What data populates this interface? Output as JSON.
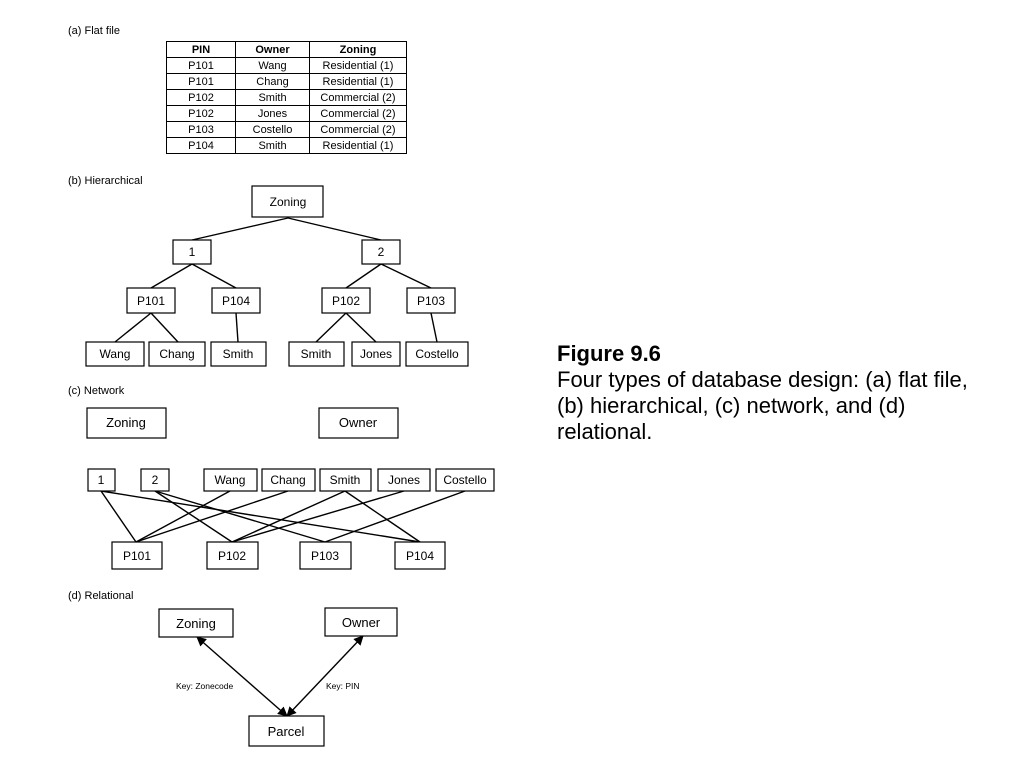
{
  "labels": {
    "flat": "(a) Flat file",
    "hier": "(b) Hierarchical",
    "network": "(c) Network",
    "relational": "(d) Relational"
  },
  "flat_table": {
    "headers": [
      "PIN",
      "Owner",
      "Zoning"
    ],
    "rows": [
      [
        "P101",
        "Wang",
        "Residential (1)"
      ],
      [
        "P101",
        "Chang",
        "Residential (1)"
      ],
      [
        "P102",
        "Smith",
        "Commercial (2)"
      ],
      [
        "P102",
        "Jones",
        "Commercial (2)"
      ],
      [
        "P103",
        "Costello",
        "Commercial (2)"
      ],
      [
        "P104",
        "Smith",
        "Residential (1)"
      ]
    ]
  },
  "hier": {
    "root": "Zoning",
    "level1": [
      "1",
      "2"
    ],
    "level2": [
      "P101",
      "P104",
      "P102",
      "P103"
    ],
    "level3": [
      "Wang",
      "Chang",
      "Smith",
      "Smith",
      "Jones",
      "Costello"
    ]
  },
  "network": {
    "tops": [
      "Zoning",
      "Owner"
    ],
    "middle": [
      "1",
      "2",
      "Wang",
      "Chang",
      "Smith",
      "Jones",
      "Costello"
    ],
    "bottom": [
      "P101",
      "P102",
      "P103",
      "P104"
    ]
  },
  "relational": {
    "zoning": "Zoning",
    "owner": "Owner",
    "parcel": "Parcel",
    "key_left": "Key: Zonecode",
    "key_right": "Key: PIN"
  },
  "caption": {
    "title": "Figure 9.6",
    "body": "Four types of database design: (a) flat file, (b) hierarchical, (c) network, and (d) relational."
  }
}
